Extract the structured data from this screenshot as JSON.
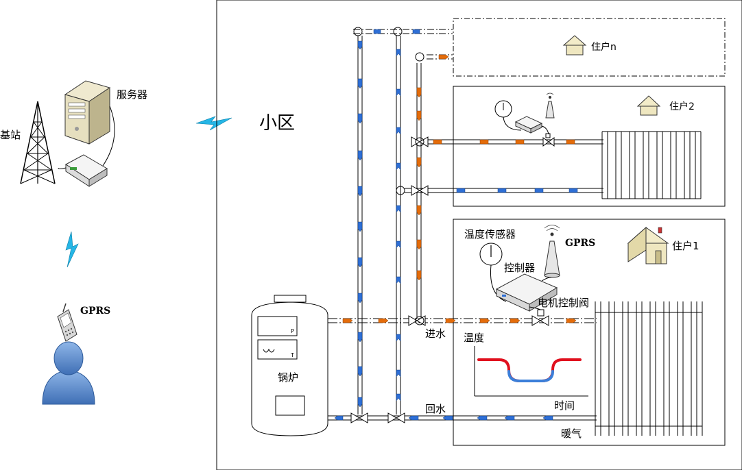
{
  "labels": {
    "base_station": "基站",
    "server": "服务器",
    "gprs_phone": "GPRS",
    "community": "小区",
    "boiler": "锅炉",
    "boiler_p": "P",
    "boiler_t": "T",
    "resident_n": "住户n",
    "resident_2": "住户2",
    "resident_1": "住户1",
    "temp_sensor": "温度传感器",
    "gprs_antenna": "GPRS",
    "controller": "控制器",
    "motor_valve": "电机控制阀",
    "water_in": "进水",
    "water_return": "回水",
    "radiator": "暖气",
    "chart_y": "温度",
    "chart_x": "时间"
  },
  "colors": {
    "supply_arrow": "#e46c0a",
    "return_arrow": "#2e6fd6",
    "curve_hot": "#e0101e",
    "curve_cold": "#3b7fd9",
    "lightning": "#25b6e6",
    "person": "#5b8fd0",
    "line": "#000000"
  }
}
